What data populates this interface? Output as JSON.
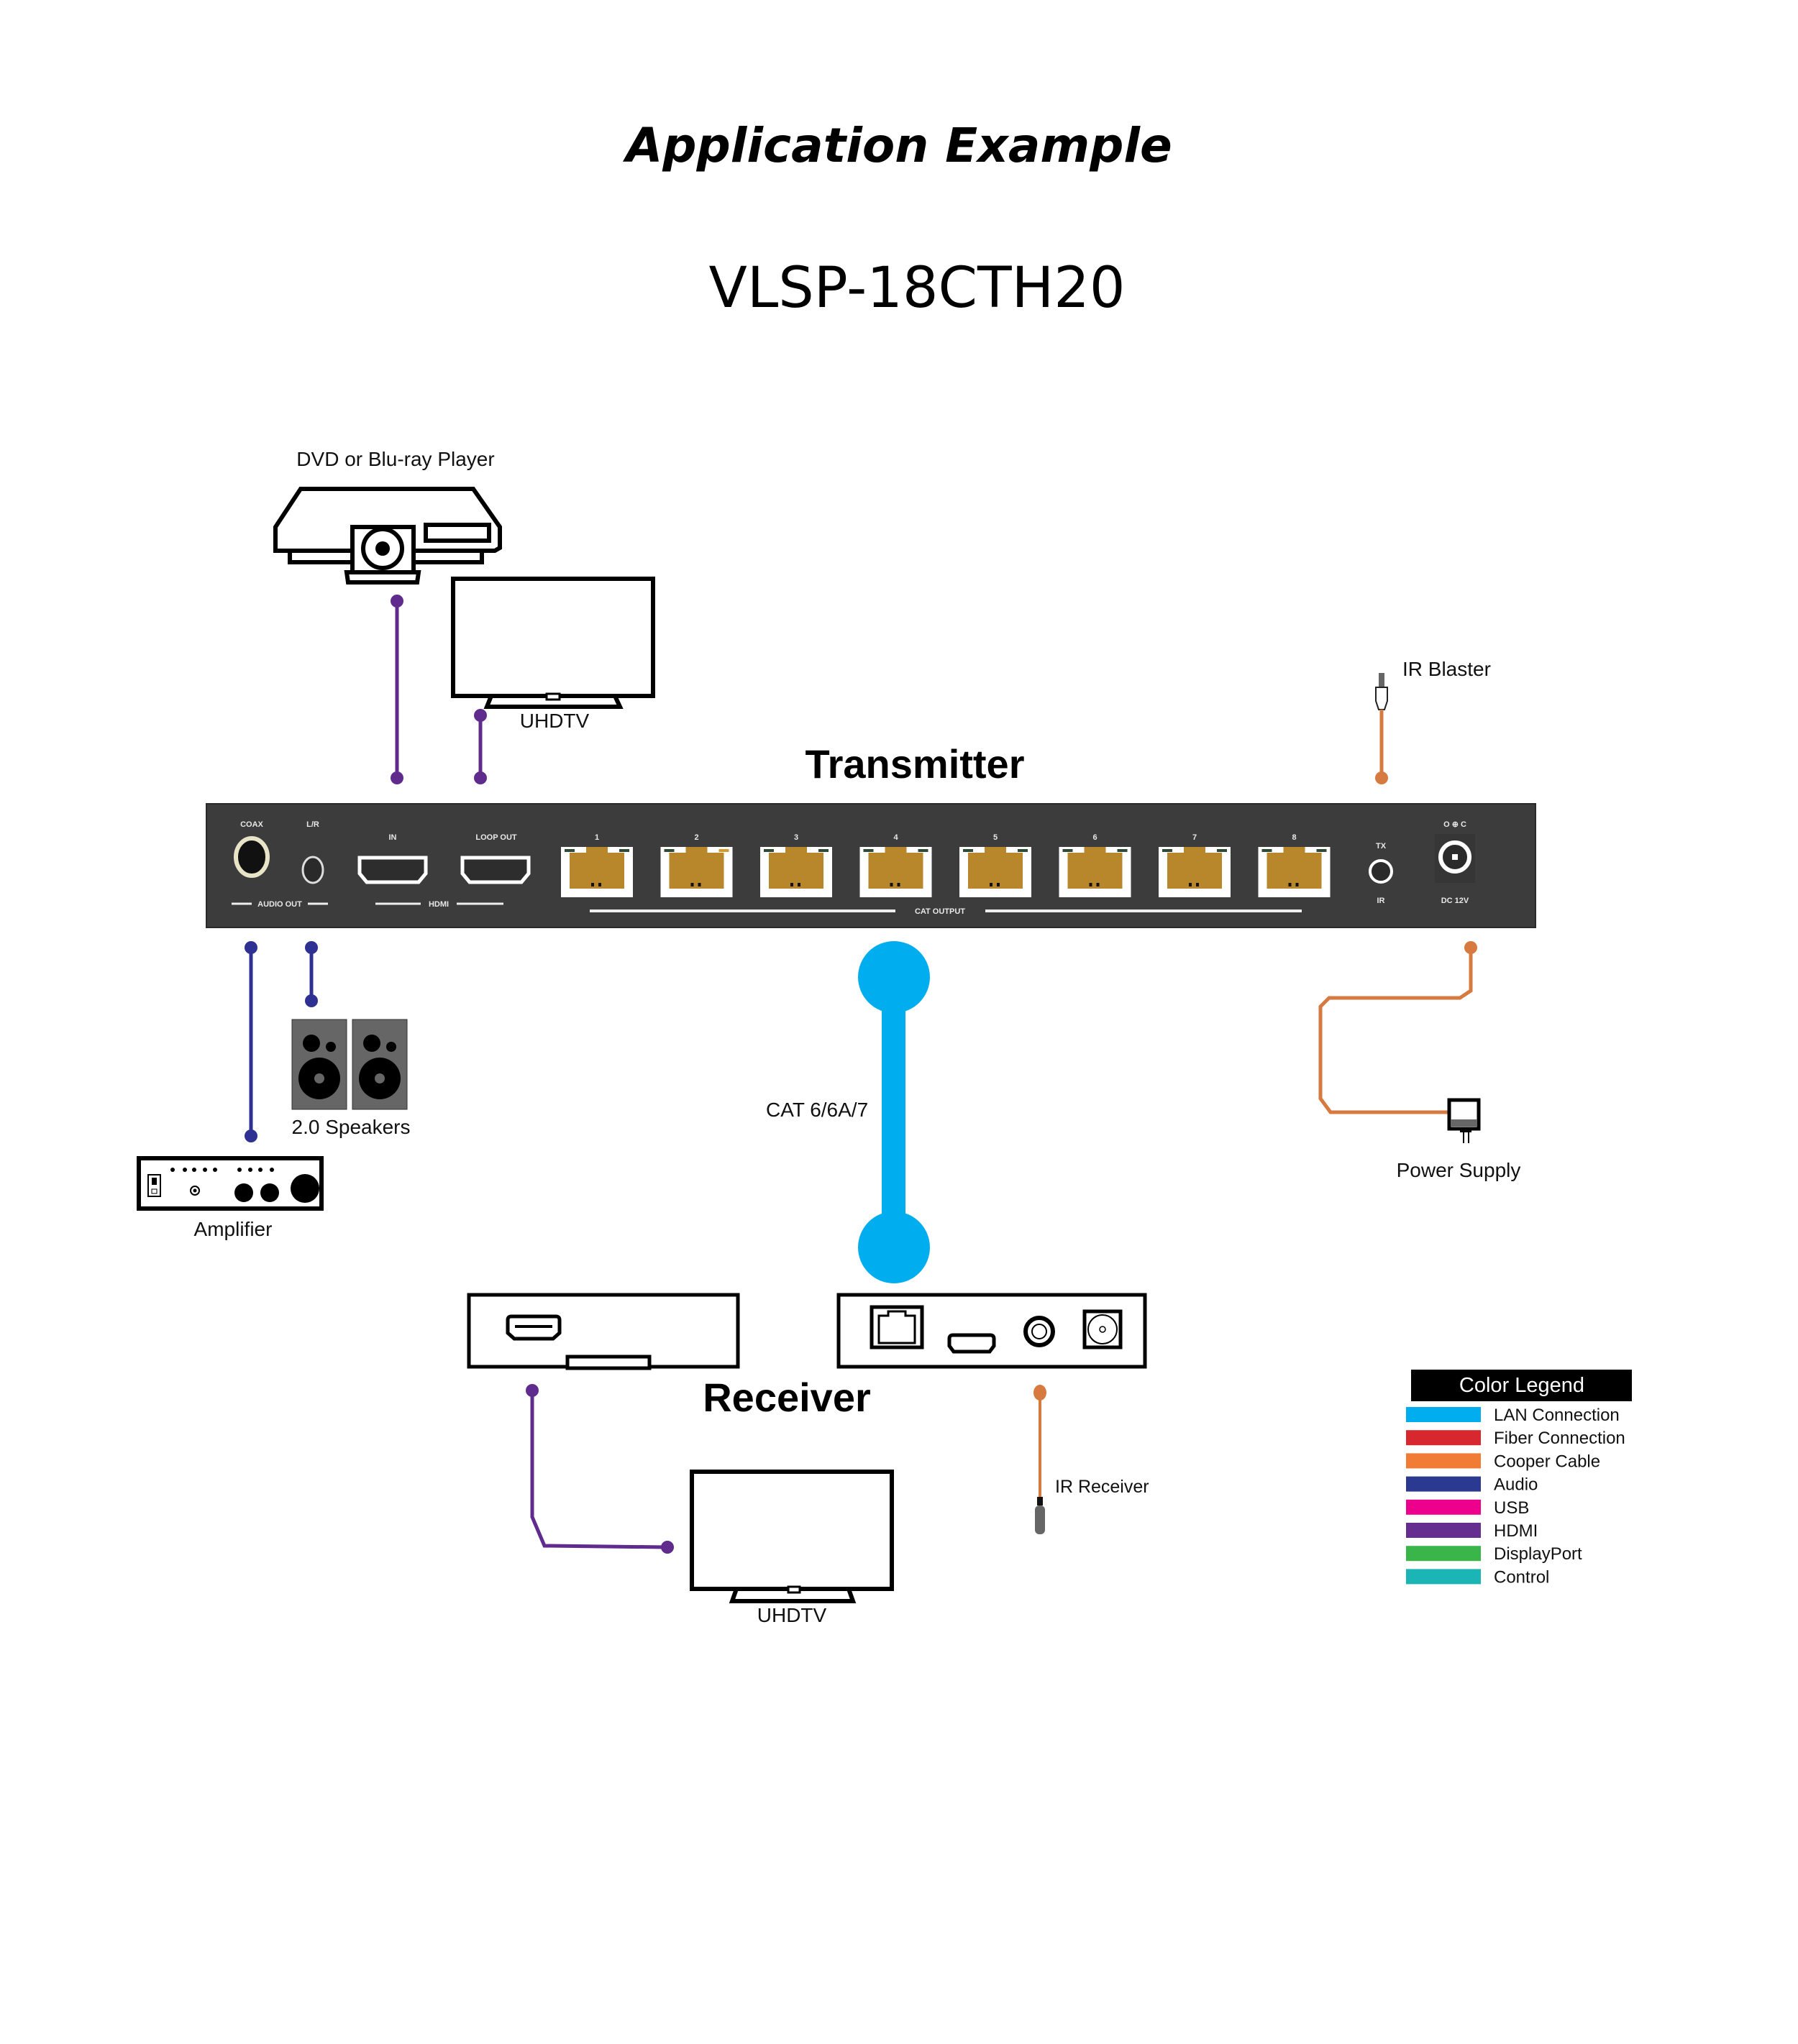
{
  "header": {
    "title": "Application Example",
    "model": "VLSP-18CTH20"
  },
  "transmitter": {
    "title": "Transmitter",
    "audio_label": "AUDIO OUT",
    "coax_label": "COAX",
    "lr_label": "L/R",
    "hdmi_group_label": "HDMI",
    "hdmi_in_label": "IN",
    "hdmi_out_label": "LOOP OUT",
    "cat_output_label": "CAT OUTPUT",
    "ports": [
      "1",
      "2",
      "3",
      "4",
      "5",
      "6",
      "7",
      "8"
    ],
    "ir_label": "IR",
    "ir_top_label": "TX",
    "power_label": "DC 12V",
    "power_top_label": "O ⊕ C"
  },
  "devices": {
    "dvd_player": "DVD or Blu-ray Player",
    "uhdtv_top": "UHDTV",
    "ir_blaster": "IR Blaster",
    "speakers": "2.0 Speakers",
    "amplifier": "Amplifier",
    "cable": "CAT 6/6A/7",
    "power_supply": "Power Supply",
    "receiver": "Receiver",
    "ir_receiver": "IR Receiver",
    "uhdtv_bottom": "UHDTV"
  },
  "colors": {
    "lan": "#00aeef",
    "fiber": "#d7282f",
    "copper": "#f07c35",
    "audio": "#2b3990",
    "usb": "#ec008c",
    "hdmi": "#662d91",
    "displayport": "#39b54a",
    "control": "#1bb5b5",
    "copper_line": "#d67a3f",
    "audio_line": "#2e3192",
    "hdmi_line": "#5f2c8e",
    "panel": "#3c3c3c",
    "rj45": "#b8862b"
  },
  "legend": {
    "title": "Color Legend",
    "items": [
      {
        "label": "LAN Connection",
        "color": "#00aeef"
      },
      {
        "label": "Fiber Connection",
        "color": "#d7282f"
      },
      {
        "label": "Cooper Cable",
        "color": "#f07c35"
      },
      {
        "label": "Audio",
        "color": "#2b3990"
      },
      {
        "label": "USB",
        "color": "#ec008c"
      },
      {
        "label": "HDMI",
        "color": "#662d91"
      },
      {
        "label": "DisplayPort",
        "color": "#39b54a"
      },
      {
        "label": "Control",
        "color": "#1bb5b5"
      }
    ]
  }
}
